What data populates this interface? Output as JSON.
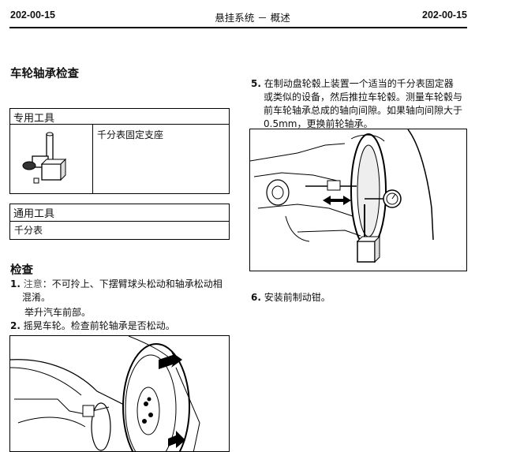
{
  "header": {
    "left_code": "202-00-15",
    "title": "悬挂系统 － 概述",
    "right_code": "202-00-15"
  },
  "section_title": "车轮轴承检查",
  "special_tools": {
    "header": "专用工具",
    "item_name": "千分表固定支座",
    "icon": "dial-indicator-holder-icon"
  },
  "general_tools": {
    "header": "通用工具",
    "item": "千分表"
  },
  "inspection": {
    "title": "检查",
    "step1": {
      "number": "1.",
      "note_label": "注意",
      "text_l1": "：不可拎上、下摆臂球头松动和轴承松动相",
      "text_l2": "混淆。",
      "sub": "举升汽车前部。"
    },
    "step2": {
      "number": "2.",
      "text": "摇晃车轮。检查前轮轴承是否松动。"
    }
  },
  "step5": {
    "number": "5.",
    "line1": "在制动盘轮毂上装置一个适当的千分表固定器",
    "line2": "或类似的设备，然后推拉车轮毂。测量车轮毂与",
    "line3": "前车轮轴承总成的轴向间隙。如果轴向间隙大于",
    "line4": "0.5mm，更换前轮轴承。"
  },
  "step6": {
    "number": "6.",
    "text": "安装前制动钳。"
  }
}
